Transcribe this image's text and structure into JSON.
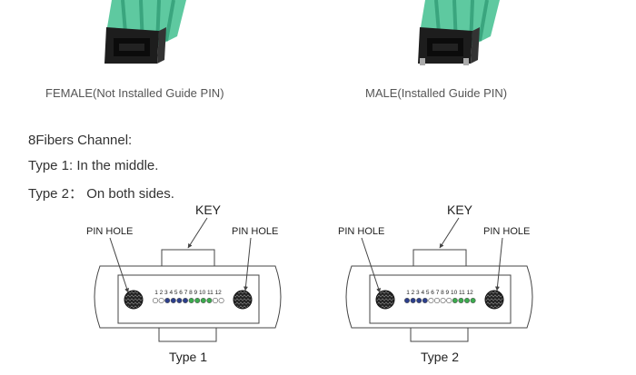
{
  "photos": {
    "female_caption": "FEMALE(Not Installed Guide PIN)",
    "male_caption": "MALE(Installed Guide PIN)",
    "female_icon": "mpo-female-connector-icon",
    "male_icon": "mpo-male-connector-icon"
  },
  "notes": {
    "title": "8Fibers Channel:",
    "type1": "Type 1: In the middle.",
    "type2": "Type 2： On both sides."
  },
  "diagrams": [
    {
      "key_label": "KEY",
      "pin_hole_left": "PIN HOLE",
      "pin_hole_right": "PIN HOLE",
      "fiber_numbers": "1 2 3 4 5 6 7 8 9 10 11 12",
      "caption": "Type 1",
      "fibers": [
        "empty",
        "empty",
        "blue",
        "blue",
        "blue",
        "blue",
        "green",
        "green",
        "green",
        "green",
        "empty",
        "empty"
      ]
    },
    {
      "key_label": "KEY",
      "pin_hole_left": "PIN HOLE",
      "pin_hole_right": "PIN HOLE",
      "fiber_numbers": "1 2 3 4 5 6 7 8 9 10 11 12",
      "caption": "Type 2",
      "fibers": [
        "blue",
        "blue",
        "blue",
        "blue",
        "empty",
        "empty",
        "empty",
        "empty",
        "green",
        "green",
        "green",
        "green"
      ]
    }
  ],
  "colors": {
    "boot_green": "#5ec9a0",
    "boot_dark": "#3aa57e",
    "ferrule": "#1d1d1d",
    "fiber_blue": "#2c3f8c",
    "fiber_green": "#3cab4e",
    "line": "#444444"
  }
}
